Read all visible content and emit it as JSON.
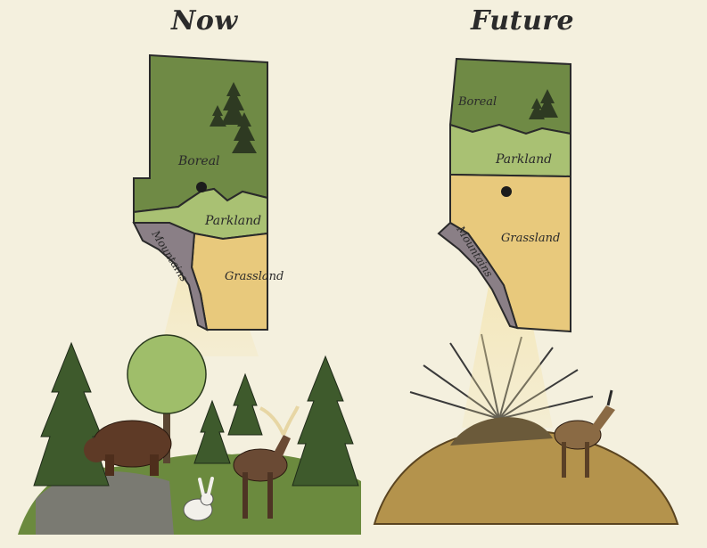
{
  "titles": {
    "now": "Now",
    "future": "Future"
  },
  "now_map": {
    "boreal": "Boreal",
    "parkland": "Parkland",
    "grassland": "Grassland",
    "mountains": "Mountains"
  },
  "future_map": {
    "boreal": "Boreal",
    "parkland": "Parkland",
    "grassland": "Grassland",
    "mountains": "Mountains"
  },
  "colors": {
    "background": "#f4f0de",
    "boreal": "#6f8a45",
    "parkland": "#a9c173",
    "grassland": "#e8c97c",
    "mountains": "#8a7f86"
  }
}
